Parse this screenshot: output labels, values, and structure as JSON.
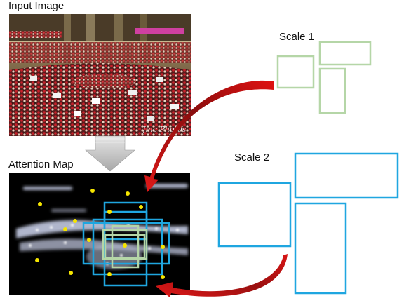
{
  "labels": {
    "input_image": "Input Image",
    "attention_map": "Attention Map",
    "scale1": "Scale 1",
    "scale2": "Scale 2"
  },
  "photo": {
    "watermark": "Jmc Photos"
  },
  "colors": {
    "scale1": "#b5d6a7",
    "scale2": "#1fa6e0",
    "point": "#f5e500",
    "arrow": "#d01010",
    "down_arrow": "#bdbdbd"
  }
}
